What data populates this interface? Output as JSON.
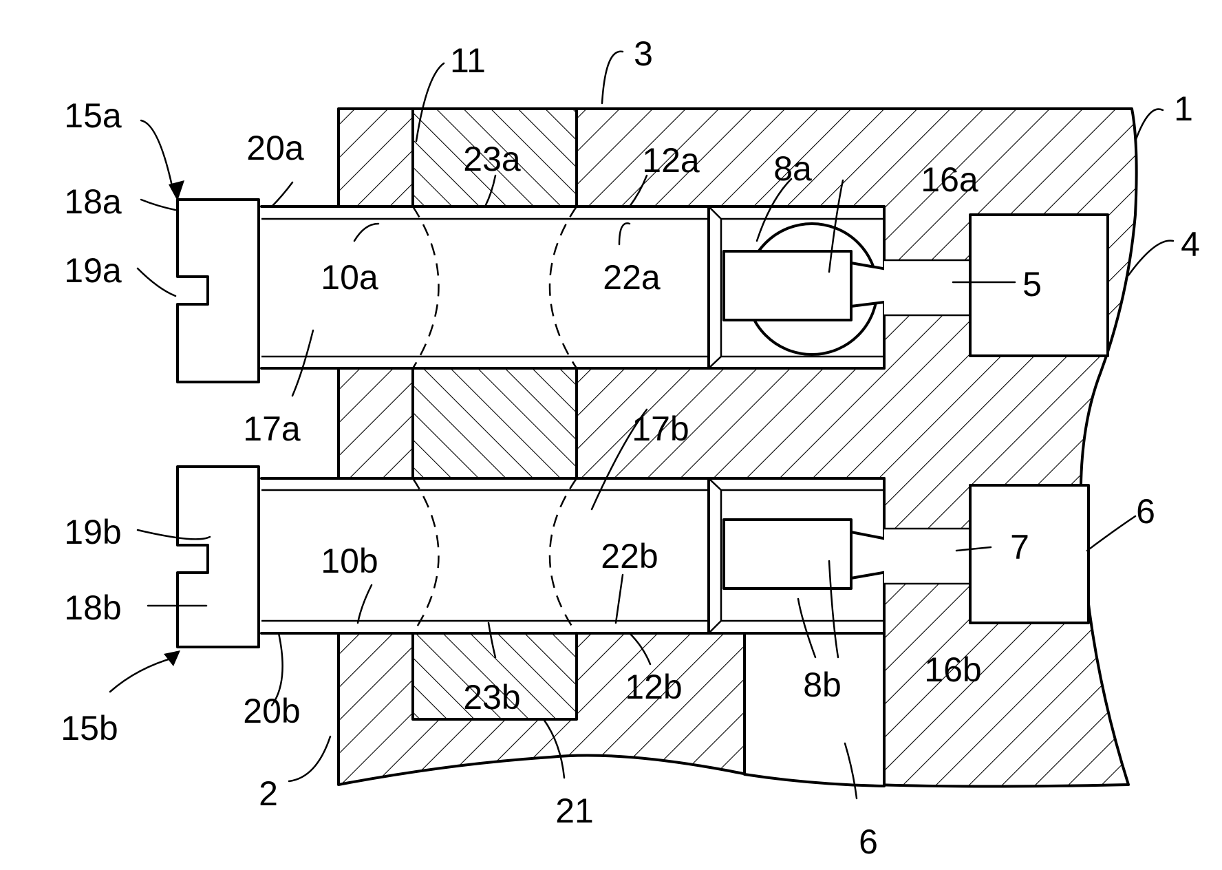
{
  "labels": {
    "l1": "1",
    "l2": "2",
    "l3": "3",
    "l4": "4",
    "l5": "5",
    "l6_right": "6",
    "l6_bottom": "6",
    "l7": "7",
    "l8a": "8a",
    "l8b": "8b",
    "l10a": "10a",
    "l10b": "10b",
    "l11": "11",
    "l12a": "12a",
    "l12b": "12b",
    "l15a": "15a",
    "l15b": "15b",
    "l16a": "16a",
    "l16b": "16b",
    "l17a": "17a",
    "l17b": "17b",
    "l18a": "18a",
    "l18b": "18b",
    "l19a": "19a",
    "l19b": "19b",
    "l20a": "20a",
    "l20b": "20b",
    "l21": "21",
    "l22a": "22a",
    "l22b": "22b",
    "l23a": "23a",
    "l23b": "23b"
  }
}
